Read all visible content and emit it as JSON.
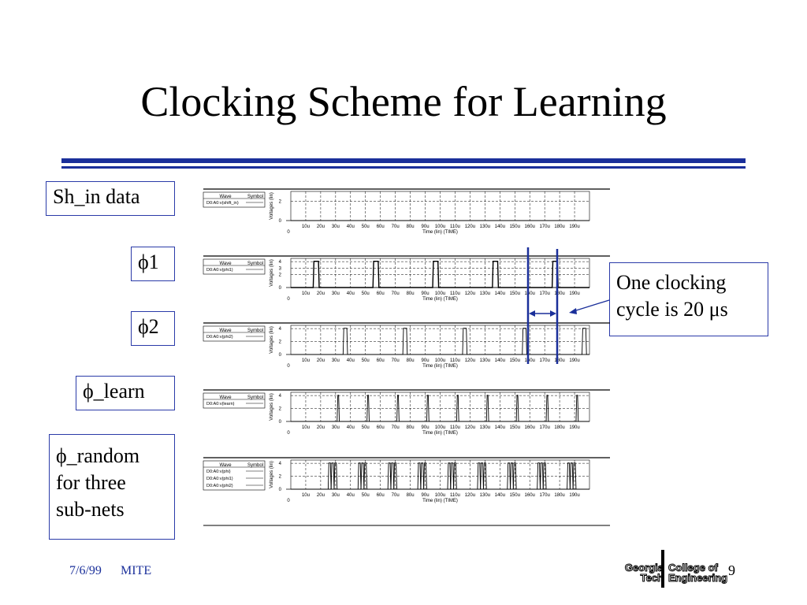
{
  "slide": {
    "title": "Clocking Scheme for Learning",
    "footer_date": "7/6/99",
    "footer_label": "MITE",
    "page_number": "9",
    "logo_left": [
      "Georgia",
      "Tech"
    ],
    "logo_right": [
      "College of",
      "Engineering"
    ],
    "accent_color": "#1a2f9a"
  },
  "labels": {
    "sh_in": "Sh_in data",
    "phi1": "ϕ1",
    "phi2": "ϕ2",
    "phi_learn": "ϕ_learn",
    "phi_random": [
      "ϕ_random",
      "for three",
      "sub-nets"
    ]
  },
  "annotation": {
    "lines": [
      "One clocking",
      "cycle is 20 μs"
    ]
  },
  "chart_data": [
    {
      "type": "line",
      "legend_header": [
        "Wave",
        "Symbol"
      ],
      "series": [
        {
          "name": "D0:A0:v(shift_in)",
          "pulses": []
        }
      ],
      "ylabel": "Voltages (lin)",
      "yticks": [
        0,
        2
      ],
      "ylim": [
        0,
        3
      ],
      "xlabel": "Time (lin) (TIME)",
      "xticks": [
        "0",
        "10u",
        "20u",
        "30u",
        "40u",
        "50u",
        "60u",
        "70u",
        "80u",
        "90u",
        "100u",
        "110u",
        "120u",
        "130u",
        "140u",
        "150u",
        "160u",
        "170u",
        "180u",
        "190u"
      ],
      "xlim": [
        0,
        200
      ]
    },
    {
      "type": "line",
      "legend_header": [
        "Wave",
        "Symbol"
      ],
      "series": [
        {
          "name": "D0:A0:v(phi1)",
          "pulses": [
            [
              15,
              19
            ],
            [
              55,
              59
            ],
            [
              95,
              99
            ],
            [
              135,
              139
            ],
            [
              175,
              179
            ]
          ]
        }
      ],
      "ylabel": "Voltages (lin)",
      "yticks": [
        0,
        2,
        3,
        4
      ],
      "ylim": [
        0,
        4.5
      ],
      "xlabel": "Time (lin) (TIME)",
      "xticks": [
        "0",
        "10u",
        "20u",
        "30u",
        "40u",
        "50u",
        "60u",
        "70u",
        "80u",
        "90u",
        "100u",
        "110u",
        "120u",
        "130u",
        "140u",
        "150u",
        "160u",
        "170u",
        "180u",
        "190u"
      ],
      "xlim": [
        0,
        200
      ]
    },
    {
      "type": "line",
      "legend_header": [
        "Wave",
        "Symbol"
      ],
      "series": [
        {
          "name": "D0:A0:v(phi2)",
          "pulses": [
            [
              35,
              38
            ],
            [
              75,
              78
            ],
            [
              115,
              118
            ],
            [
              155,
              158
            ],
            [
              195,
              198
            ]
          ]
        }
      ],
      "ylabel": "Voltages (lin)",
      "yticks": [
        0,
        2,
        4
      ],
      "ylim": [
        0,
        4.5
      ],
      "xlabel": "Time (lin) (TIME)",
      "xticks": [
        "0",
        "10u",
        "20u",
        "30u",
        "40u",
        "50u",
        "60u",
        "70u",
        "80u",
        "90u",
        "100u",
        "110u",
        "120u",
        "130u",
        "140u",
        "150u",
        "160u",
        "170u",
        "180u",
        "190u"
      ],
      "xlim": [
        0,
        200
      ]
    },
    {
      "type": "line",
      "legend_header": [
        "Wave",
        "Symbol"
      ],
      "series": [
        {
          "name": "D0:A0:v(learn)",
          "pulses": [
            [
              31,
              32.5
            ],
            [
              51,
              52.5
            ],
            [
              71,
              72.5
            ],
            [
              91,
              92.5
            ],
            [
              111,
              112.5
            ],
            [
              131,
              132.5
            ],
            [
              151,
              152.5
            ],
            [
              171,
              172.5
            ],
            [
              191,
              192.5
            ]
          ]
        }
      ],
      "ylabel": "Voltages (lin)",
      "yticks": [
        0,
        2,
        4
      ],
      "ylim": [
        0,
        4.5
      ],
      "xlabel": "Time (lin) (TIME)",
      "xticks": [
        "0",
        "10u",
        "20u",
        "30u",
        "40u",
        "50u",
        "60u",
        "70u",
        "80u",
        "90u",
        "100u",
        "110u",
        "120u",
        "130u",
        "140u",
        "150u",
        "160u",
        "170u",
        "180u",
        "190u"
      ],
      "xlim": [
        0,
        200
      ]
    },
    {
      "type": "line",
      "legend_header": [
        "Wave",
        "Symbol"
      ],
      "series": [
        {
          "name": "D0:A0:v(phi)",
          "pulses": [
            [
              25,
              27
            ],
            [
              45,
              47
            ],
            [
              65,
              67
            ],
            [
              85,
              87
            ],
            [
              105,
              107
            ],
            [
              125,
              127
            ],
            [
              145,
              147
            ],
            [
              165,
              167
            ],
            [
              185,
              187
            ]
          ]
        },
        {
          "name": "D0:A0:v(phi1)",
          "pulses": [
            [
              27,
              29
            ],
            [
              47,
              49
            ],
            [
              67,
              69
            ],
            [
              87,
              89
            ],
            [
              107,
              109
            ],
            [
              127,
              129
            ],
            [
              147,
              149
            ],
            [
              167,
              169
            ],
            [
              187,
              189
            ]
          ]
        },
        {
          "name": "D0:A0:v(phi2)",
          "pulses": [
            [
              29,
              31
            ],
            [
              49,
              51
            ],
            [
              69,
              71
            ],
            [
              89,
              91
            ],
            [
              109,
              111
            ],
            [
              129,
              131
            ],
            [
              149,
              151
            ],
            [
              169,
              171
            ],
            [
              189,
              191
            ]
          ]
        }
      ],
      "ylabel": "Voltages (lin)",
      "yticks": [
        0,
        2,
        4
      ],
      "ylim": [
        0,
        4.5
      ],
      "xlabel": "Time (lin) (TIME)",
      "xticks": [
        "0",
        "10u",
        "20u",
        "30u",
        "40u",
        "50u",
        "60u",
        "70u",
        "80u",
        "90u",
        "100u",
        "110u",
        "120u",
        "130u",
        "140u",
        "150u",
        "160u",
        "170u",
        "180u",
        "190u"
      ],
      "xlim": [
        0,
        200
      ]
    }
  ]
}
